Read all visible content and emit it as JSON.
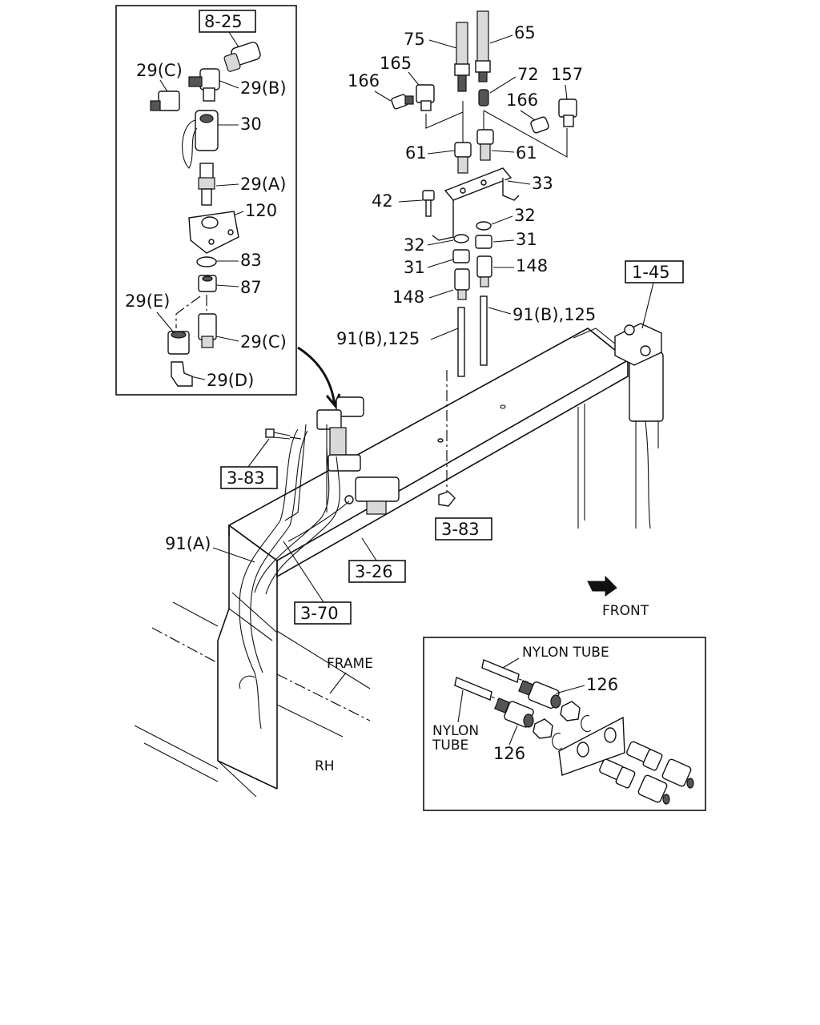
{
  "refs": {
    "ref_8_25": "8-25",
    "ref_1_45": "1-45",
    "ref_3_83_left": "3-83",
    "ref_3_83_right": "3-83",
    "ref_3_26": "3-26",
    "ref_3_70": "3-70"
  },
  "labels": {
    "p29c_top": "29(C)",
    "p29b": "29(B)",
    "p30": "30",
    "p29a": "29(A)",
    "p120": "120",
    "p83": "83",
    "p87": "87",
    "p29e": "29(E)",
    "p29c_bot": "29(C)",
    "p29d": "29(D)",
    "p75": "75",
    "p65": "65",
    "p165": "165",
    "p166_left": "166",
    "p72": "72",
    "p157": "157",
    "p166_right": "166",
    "p61_left": "61",
    "p61_right": "61",
    "p33": "33",
    "p42": "42",
    "p32_right": "32",
    "p32_left": "32",
    "p31_right": "31",
    "p31_left": "31",
    "p148_right": "148",
    "p148_left": "148",
    "p91b_right": "91(B),125",
    "p91b_left": "91(B),125",
    "p91a": "91(A)",
    "p126_top": "126",
    "p126_bot": "126"
  },
  "text": {
    "front": "FRONT",
    "frame": "FRAME",
    "rh": "RH",
    "nylon_top": "NYLON TUBE",
    "nylon_left_1": "NYLON",
    "nylon_left_2": "TUBE"
  }
}
